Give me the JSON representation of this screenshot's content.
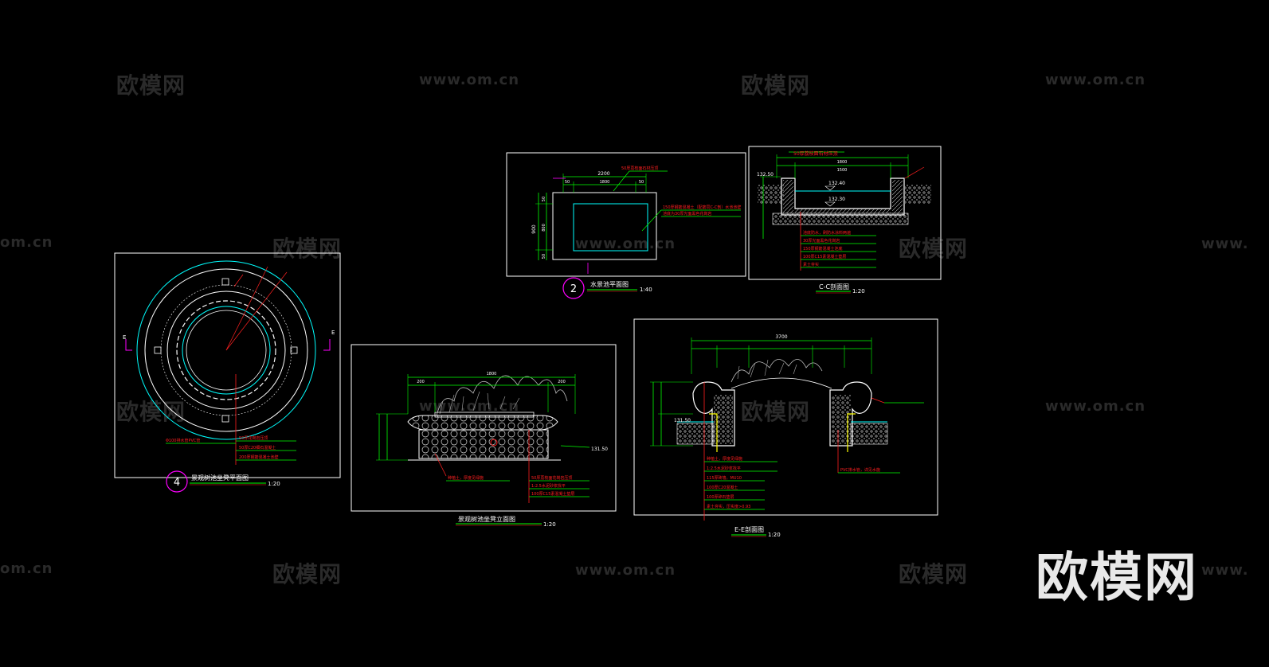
{
  "watermarks": {
    "cn": "欧模网",
    "url": "www.om.cn",
    "url_short": "om.cn",
    "url_prefix": "www."
  },
  "logo": "欧模网",
  "colors": {
    "background": "#000000",
    "frame": "#ffffff",
    "dimension": "#00ff00",
    "annotation": "#ff2020",
    "cyan": "#00ffff",
    "magenta": "#ff00ff",
    "yellow": "#ffff00"
  },
  "drawings": {
    "plan_fountain": {
      "number": "2",
      "title": "水景池平面图",
      "scale": "1:40",
      "dims_top": [
        "2200",
        "50",
        "1800",
        "50"
      ],
      "dims_side": [
        "900",
        "50",
        "800",
        "50"
      ],
      "notes": [
        "50厚荔枝面石材压顶",
        "150厚钢筋混凝土（配筋同C-C剖）水池池壁",
        "池底为30厚光面黑色花岗岩"
      ]
    },
    "section_cc": {
      "title": "C-C剖面图",
      "scale": "1:20",
      "dims_top": [
        "50厚荔枝面石材压顶",
        "1800",
        "1500"
      ],
      "levels": [
        "132.50",
        "132.40",
        "132.30"
      ],
      "notes": [
        "池底防水，刷防水涂料两遍",
        "30厚光面黑色花岗岩",
        "150厚钢筋混凝土池底",
        "100厚C15素混凝土垫层",
        "素土夯实"
      ]
    },
    "plan_flower": {
      "number": "4",
      "title": "景观树池坐凳平面图",
      "scale": "1:20",
      "side_marks": [
        "E",
        "E"
      ],
      "notes": [
        "Φ100排水管PVC管",
        "50厚花岗岩压顶",
        "50厚C20细石混凝土",
        "200厚钢筋混凝土池壁"
      ]
    },
    "elev_flower": {
      "title": "景观树池坐凳立面图",
      "scale": "1:20",
      "dims": [
        "200",
        "1800",
        "200"
      ],
      "level": "131.50",
      "notes": [
        "种植土，厚度见绿施",
        "50厚荔枝面花岗岩压顶",
        "1:2.5水泥砂浆找平",
        "100厚C15素混凝土垫层"
      ]
    },
    "section_ee": {
      "title": "E-E剖面图",
      "scale": "1:20",
      "total_dim": "3700",
      "level": "131.50",
      "notes": [
        "种植土，厚度见绿施",
        "1:2.5水泥砂浆找平",
        "115厚砖墙，MU10",
        "100厚C20混凝土",
        "100厚碎石垫层",
        "素土夯实，压实度>0.93",
        "PVC排水管，详见水施"
      ]
    }
  }
}
